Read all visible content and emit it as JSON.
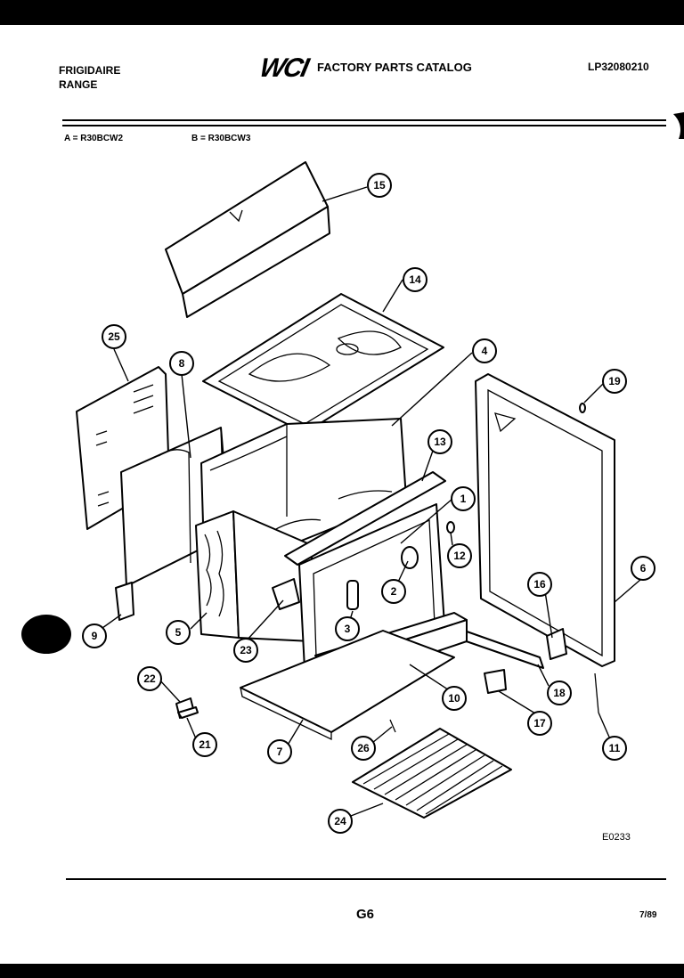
{
  "header": {
    "brand_line1": "FRIGIDAIRE",
    "brand_line2": "RANGE",
    "logo": "WCI",
    "catalog_title": "FACTORY PARTS CATALOG",
    "doc_number": "LP32080210"
  },
  "models": {
    "a": "A = R30BCW2",
    "b": "B = R30BCW3"
  },
  "callouts": [
    "1",
    "2",
    "3",
    "4",
    "5",
    "6",
    "7",
    "8",
    "9",
    "10",
    "11",
    "12",
    "13",
    "14",
    "15",
    "16",
    "17",
    "18",
    "19",
    "21",
    "22",
    "23",
    "24",
    "25",
    "26"
  ],
  "footer": {
    "diagram_code": "E0233",
    "page_code": "G6",
    "date": "7/89"
  }
}
